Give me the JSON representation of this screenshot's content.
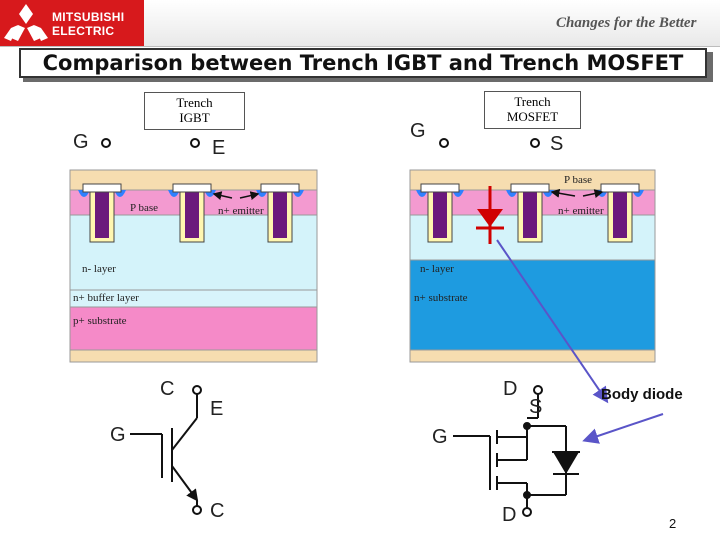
{
  "header": {
    "logo_line1": "MITSUBISHI",
    "logo_line2": "ELECTRIC",
    "slogan": "Changes for the Better",
    "brand_color": "#d7191c"
  },
  "title": "Comparison between Trench IGBT and Trench MOSFET",
  "igbt": {
    "label_line1": "Trench",
    "label_line2": "IGBT",
    "gate": "G",
    "emitter": "E",
    "p_base": "P base",
    "n_emitter": "n+ emitter",
    "n_layer": "n- layer",
    "buffer_layer": "n+ buffer layer",
    "substrate": "p+ substrate",
    "symbol": {
      "collector_top": "C",
      "emitter": "E",
      "gate": "G",
      "collector_bottom": "C"
    }
  },
  "mosfet": {
    "label_line1": "Trench",
    "label_line2": "MOSFET",
    "gate": "G",
    "source": "S",
    "p_base": "P base",
    "n_emitter": "n+ emitter",
    "n_layer": "n- layer",
    "substrate": "n+ substrate",
    "symbol": {
      "drain_top": "D",
      "source": "S",
      "gate": "G",
      "drain_bottom": "D"
    },
    "body_diode": "Body diode"
  },
  "page_number": "2",
  "colors": {
    "p_base": "#f39ad0",
    "n_drift": "#d4f3fa",
    "n_plus_substrate": "#1e9be0",
    "p_plus_substrate": "#f58ac8",
    "buffer": "#d8f4fb",
    "metal": "#f6ddb0",
    "gate_fill": "#6b1a7c",
    "gate_oxide": "#fff6b0",
    "n_emitter": "#2f80ff",
    "diode": "#d00000",
    "arrow": "#5a55c8"
  }
}
